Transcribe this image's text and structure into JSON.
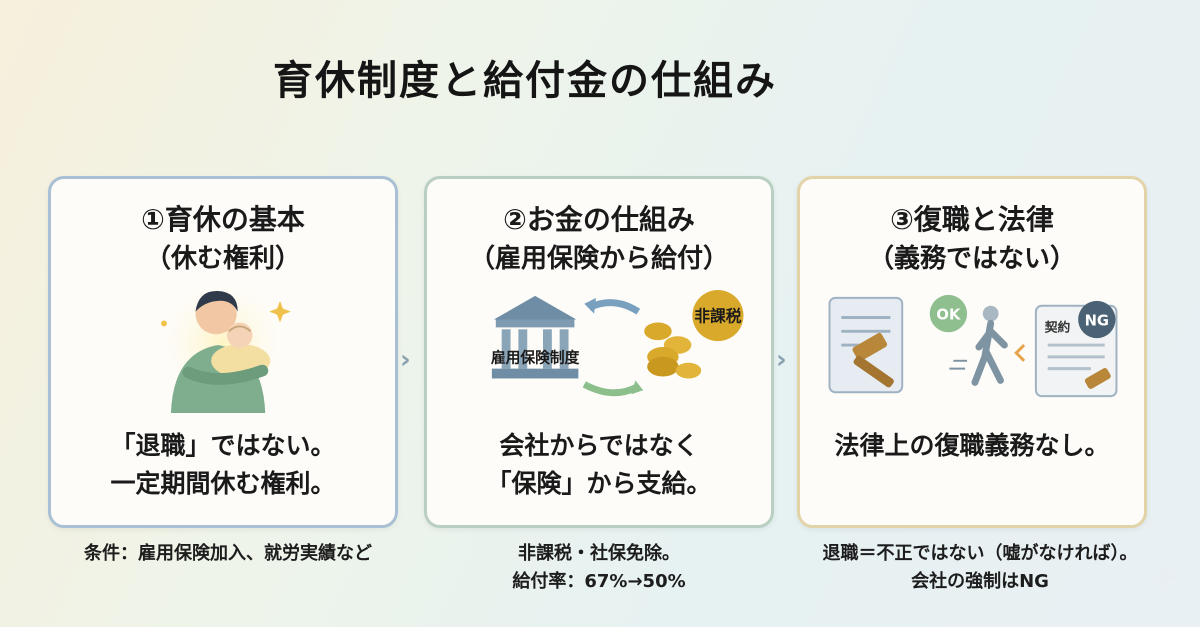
{
  "title": "育休制度と給付金の仕組み",
  "cards": [
    {
      "heading": "①育休の基本",
      "subheading": "（休む権利）",
      "text_line1": "「退職」ではない。",
      "text_line2": "一定期間休む権利。",
      "note_line1": "条件：雇用保険加入、就労実績など",
      "illustration": "parent-holding-baby"
    },
    {
      "heading": "②お金の仕組み",
      "subheading": "（雇用保険から給付）",
      "text_line1": "会社からではなく",
      "text_line2": "「保険」から支給。",
      "note_line1": "非課税・社保免除。",
      "note_line2": "給付率：67%→50%",
      "illustration_label_bank": "雇用保険制度",
      "illustration_label_badge": "非課税",
      "illustration": "bank-and-coins"
    },
    {
      "heading": "③復職と法律",
      "subheading": "（義務ではない）",
      "text_line1": "法律上の復職義務なし。",
      "note_line1": "退職＝不正ではない（嘘がなければ）。",
      "note_line2": "会社の強制はNG",
      "illustration_label_ok": "OK",
      "illustration_label_ng": "NG",
      "illustration_label_contract": "契約",
      "illustration": "gavel-document-walking-person"
    }
  ],
  "arrows": [
    "chevron-right",
    "chevron-right"
  ],
  "colors": {
    "card1_border": "#a9c0d4",
    "card2_border": "#b9cfc2",
    "card3_border": "#e3d3a8",
    "ok_badge": "#8fbf8f",
    "ng_badge": "#4a6274",
    "coin_gold": "#d9a92b"
  }
}
